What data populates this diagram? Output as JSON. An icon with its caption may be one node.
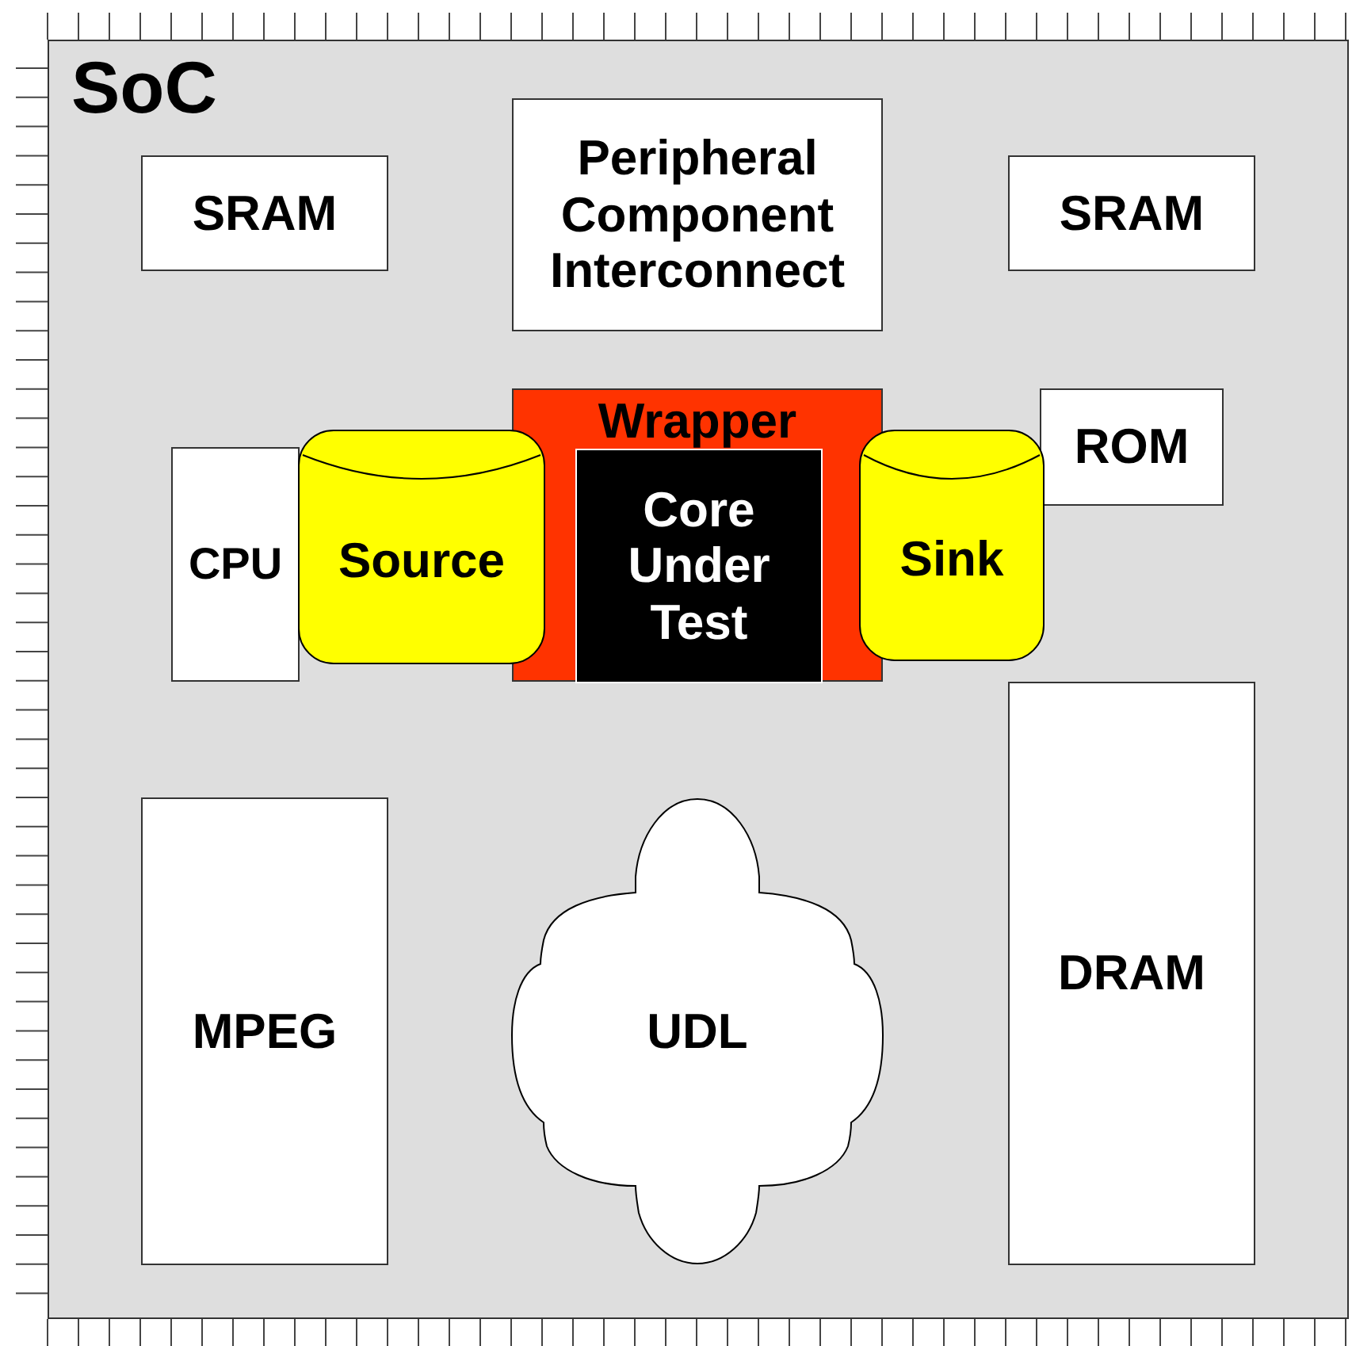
{
  "diagram": {
    "nodes": [
      {
        "text": [
          "SoC"
        ]
      },
      {
        "text": [
          "SRAM"
        ],
        "in": 0
      },
      {
        "text": [
          "Peripheral Component Interconnect"
        ],
        "in": 0
      },
      {
        "text": [
          "SRAM"
        ],
        "in": 0
      },
      {
        "text": [
          "Wrapper"
        ],
        "in": 0
      },
      {
        "text": [
          "ROM"
        ],
        "in": 0
      },
      {
        "text": [
          "CPU"
        ],
        "in": 0
      },
      {
        "text": [
          "Source"
        ],
        "in": 0
      },
      {
        "text": [
          "Core Under Test"
        ],
        "in": 4
      },
      {
        "text": [
          "Sink"
        ],
        "in": 0
      },
      {
        "text": [
          "MPEG"
        ],
        "in": 0
      },
      {
        "text": [
          "UDL"
        ],
        "in": 0
      },
      {
        "text": [
          "DRAM"
        ],
        "in": 0
      }
    ]
  }
}
